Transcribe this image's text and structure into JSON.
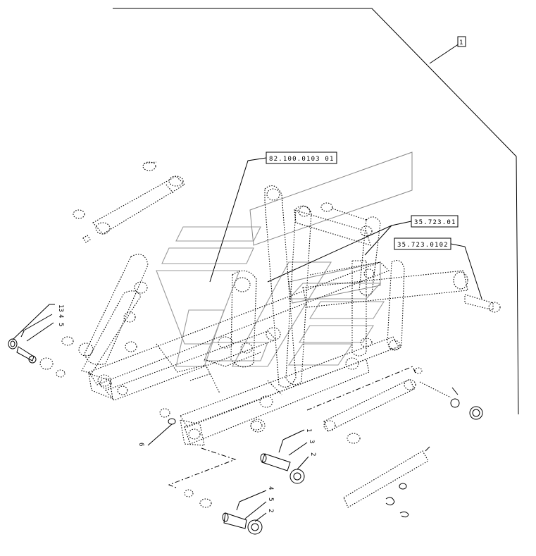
{
  "diagram": {
    "references": {
      "top_box": "1",
      "ref_a": "82.100.0103 01",
      "ref_b": "35.723.01",
      "ref_c": "35.723.0102"
    },
    "callouts": {
      "left_group": [
        "13",
        "4",
        "5"
      ],
      "item_6": "6",
      "mid_group": [
        "1",
        "3",
        "2"
      ],
      "low_group": [
        "4",
        "5",
        "2"
      ]
    }
  }
}
